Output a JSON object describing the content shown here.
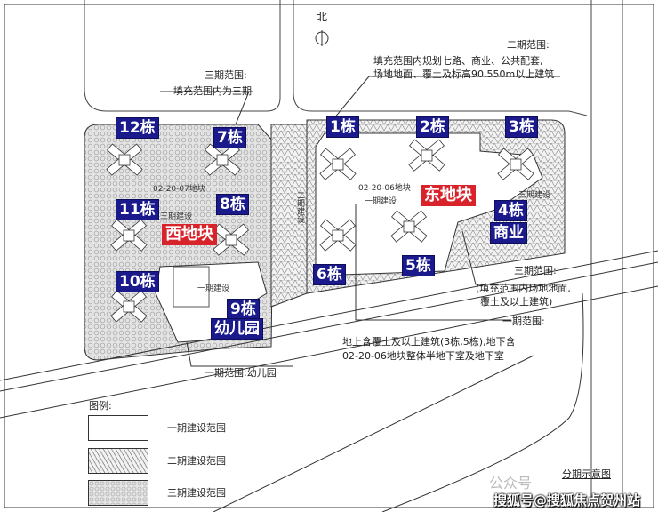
{
  "north": "北",
  "annotations": {
    "phase2_title": "二期范围:",
    "phase2_line1": "填充范围内规划七路、商业、公共配套,",
    "phase2_line2": "场地地面、覆土及标高90.550m以上建筑",
    "phase3_nw_title": "三期范围:",
    "phase3_nw_text": "填充范围内为三期",
    "phase3_e_title": "三期范围:",
    "phase3_e_line1": "(填充范围内场地地面,",
    "phase3_e_line2": "覆土及以上建筑)",
    "phase1_title": "一期范围:",
    "phase1_line1": "地上含覆土及以上建筑(3栋,5栋),地下含",
    "phase1_line2": "02-20-06地块整体半地下室及地下室",
    "phase1_kg": "一期范围:幼儿园"
  },
  "plots": {
    "west_code": "02-20-07地块",
    "west_phase": "三期建设",
    "west_name": "西地块",
    "east_code": "02-20-06地块",
    "east_phase": "一期建设",
    "east_name": "东地块",
    "kg_phase": "一期建设",
    "strip_phase": "二期建设",
    "east_corner_phase": "三期建设"
  },
  "buildings": {
    "b12": "12栋",
    "b7": "7栋",
    "b11": "11栋",
    "b8": "8栋",
    "b10": "10栋",
    "b9": "9栋",
    "kindergarten": "幼儿园",
    "b1": "1栋",
    "b2": "2栋",
    "b3": "3栋",
    "b4": "4栋",
    "commercial": "商业",
    "b5": "5栋",
    "b6": "6栋"
  },
  "legend": {
    "title": "图例:",
    "items": [
      "一期建设范围",
      "二期建设范围",
      "三期建设范围"
    ]
  },
  "caption": "分期示意图",
  "watermark_faint": "公众号",
  "watermark": "搜狐号@搜狐焦点贺州站",
  "colors": {
    "building_label": "#1a1a8c",
    "plot_label": "#d8232a"
  }
}
